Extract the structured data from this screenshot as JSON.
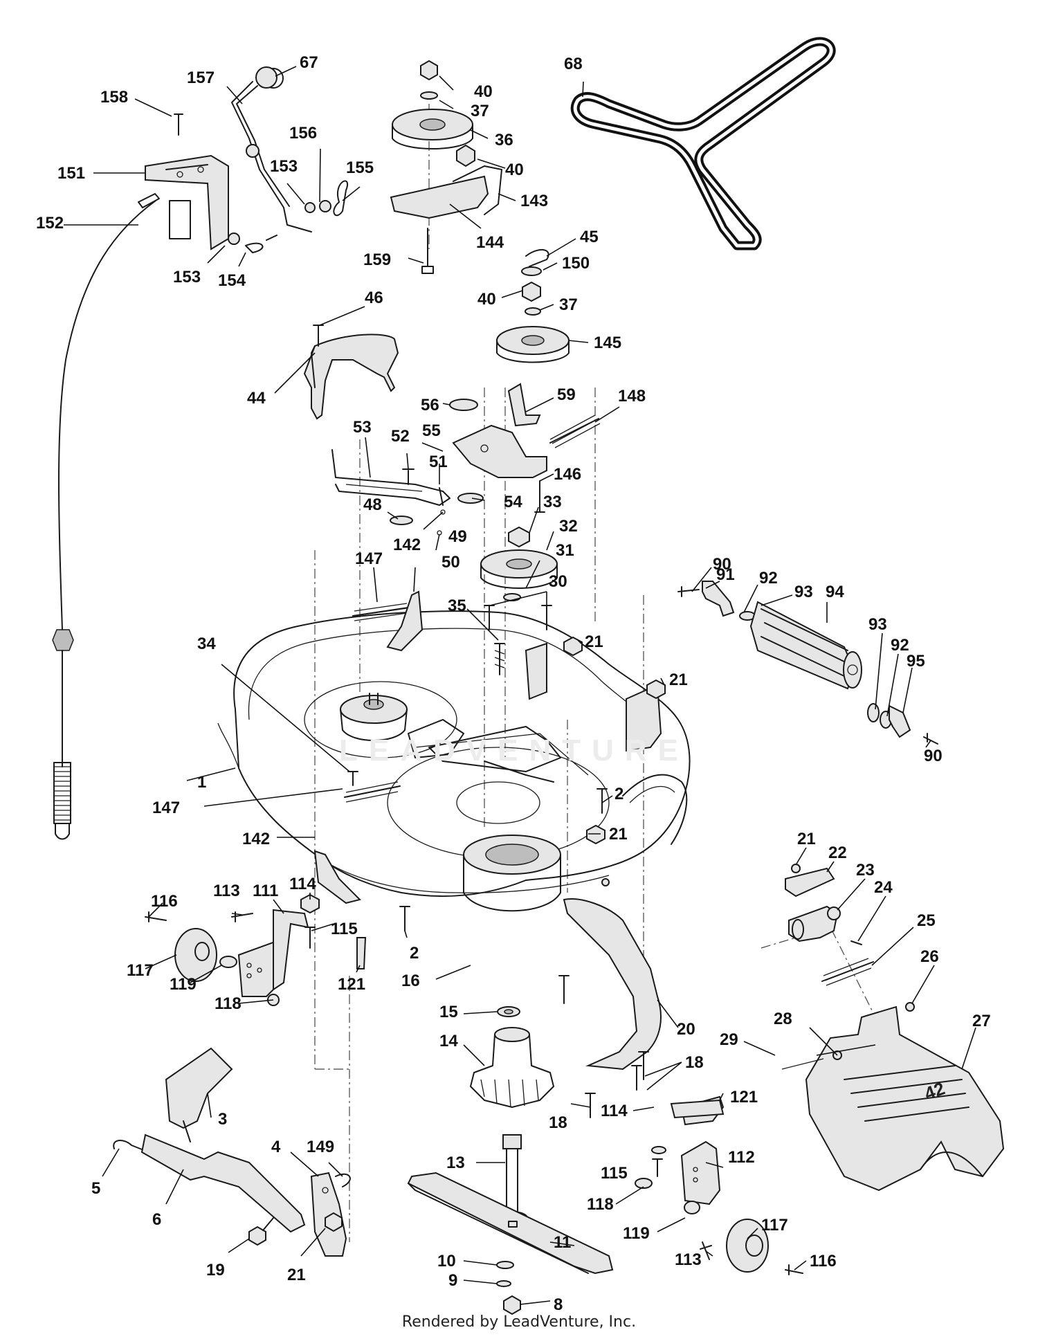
{
  "watermark": "LEADVENTURE",
  "footer": "Rendered by LeadVenture, Inc.",
  "callouts": [
    {
      "id": "l-67",
      "text": "67"
    },
    {
      "id": "l-157",
      "text": "157"
    },
    {
      "id": "l-158",
      "text": "158"
    },
    {
      "id": "l-156",
      "text": "156"
    },
    {
      "id": "l-153a",
      "text": "153"
    },
    {
      "id": "l-155",
      "text": "155"
    },
    {
      "id": "l-151",
      "text": "151"
    },
    {
      "id": "l-152",
      "text": "152"
    },
    {
      "id": "l-153b",
      "text": "153"
    },
    {
      "id": "l-154",
      "text": "154"
    },
    {
      "id": "l-40a",
      "text": "40"
    },
    {
      "id": "l-37a",
      "text": "37"
    },
    {
      "id": "l-36",
      "text": "36"
    },
    {
      "id": "l-40b",
      "text": "40"
    },
    {
      "id": "l-143",
      "text": "143"
    },
    {
      "id": "l-144",
      "text": "144"
    },
    {
      "id": "l-159",
      "text": "159"
    },
    {
      "id": "l-68",
      "text": "68"
    },
    {
      "id": "l-45",
      "text": "45"
    },
    {
      "id": "l-150",
      "text": "150"
    },
    {
      "id": "l-40c",
      "text": "40"
    },
    {
      "id": "l-37b",
      "text": "37"
    },
    {
      "id": "l-145",
      "text": "145"
    },
    {
      "id": "l-46",
      "text": "46"
    },
    {
      "id": "l-44",
      "text": "44"
    },
    {
      "id": "l-56",
      "text": "56"
    },
    {
      "id": "l-59",
      "text": "59"
    },
    {
      "id": "l-148",
      "text": "148"
    },
    {
      "id": "l-53",
      "text": "53"
    },
    {
      "id": "l-52",
      "text": "52"
    },
    {
      "id": "l-55",
      "text": "55"
    },
    {
      "id": "l-51",
      "text": "51"
    },
    {
      "id": "l-146",
      "text": "146"
    },
    {
      "id": "l-48",
      "text": "48"
    },
    {
      "id": "l-54",
      "text": "54"
    },
    {
      "id": "l-33",
      "text": "33"
    },
    {
      "id": "l-49",
      "text": "49"
    },
    {
      "id": "l-50",
      "text": "50"
    },
    {
      "id": "l-32",
      "text": "32"
    },
    {
      "id": "l-147a",
      "text": "147"
    },
    {
      "id": "l-142a",
      "text": "142"
    },
    {
      "id": "l-31",
      "text": "31"
    },
    {
      "id": "l-30",
      "text": "30"
    },
    {
      "id": "l-35",
      "text": "35"
    },
    {
      "id": "l-90a",
      "text": "90"
    },
    {
      "id": "l-91",
      "text": "91"
    },
    {
      "id": "l-92a",
      "text": "92"
    },
    {
      "id": "l-93a",
      "text": "93"
    },
    {
      "id": "l-94",
      "text": "94"
    },
    {
      "id": "l-34",
      "text": "34"
    },
    {
      "id": "l-21a",
      "text": "21"
    },
    {
      "id": "l-21b",
      "text": "21"
    },
    {
      "id": "l-93b",
      "text": "93"
    },
    {
      "id": "l-92b",
      "text": "92"
    },
    {
      "id": "l-95",
      "text": "95"
    },
    {
      "id": "l-90b",
      "text": "90"
    },
    {
      "id": "l-1",
      "text": "1"
    },
    {
      "id": "l-147b",
      "text": "147"
    },
    {
      "id": "l-2a",
      "text": "2"
    },
    {
      "id": "l-21c",
      "text": "21"
    },
    {
      "id": "l-142b",
      "text": "142"
    },
    {
      "id": "l-21d",
      "text": "21"
    },
    {
      "id": "l-22",
      "text": "22"
    },
    {
      "id": "l-23",
      "text": "23"
    },
    {
      "id": "l-24",
      "text": "24"
    },
    {
      "id": "l-116a",
      "text": "116"
    },
    {
      "id": "l-113a",
      "text": "113"
    },
    {
      "id": "l-111",
      "text": "111"
    },
    {
      "id": "l-114a",
      "text": "114"
    },
    {
      "id": "l-115a",
      "text": "115"
    },
    {
      "id": "l-25",
      "text": "25"
    },
    {
      "id": "l-2b",
      "text": "2"
    },
    {
      "id": "l-26",
      "text": "26"
    },
    {
      "id": "l-117a",
      "text": "117"
    },
    {
      "id": "l-119a",
      "text": "119"
    },
    {
      "id": "l-121a",
      "text": "121"
    },
    {
      "id": "l-16",
      "text": "16"
    },
    {
      "id": "l-118a",
      "text": "118"
    },
    {
      "id": "l-15",
      "text": "15"
    },
    {
      "id": "l-20",
      "text": "20"
    },
    {
      "id": "l-28",
      "text": "28"
    },
    {
      "id": "l-27",
      "text": "27"
    },
    {
      "id": "l-14",
      "text": "14"
    },
    {
      "id": "l-29",
      "text": "29"
    },
    {
      "id": "l-18a",
      "text": "18"
    },
    {
      "id": "l-3",
      "text": "3"
    },
    {
      "id": "l-121b",
      "text": "121"
    },
    {
      "id": "l-114b",
      "text": "114"
    },
    {
      "id": "l-18b",
      "text": "18"
    },
    {
      "id": "l-4",
      "text": "4"
    },
    {
      "id": "l-149",
      "text": "149"
    },
    {
      "id": "l-13",
      "text": "13"
    },
    {
      "id": "l-112",
      "text": "112"
    },
    {
      "id": "l-115b",
      "text": "115"
    },
    {
      "id": "l-5",
      "text": "5"
    },
    {
      "id": "l-6",
      "text": "6"
    },
    {
      "id": "l-118b",
      "text": "118"
    },
    {
      "id": "l-11",
      "text": "11"
    },
    {
      "id": "l-119b",
      "text": "119"
    },
    {
      "id": "l-117b",
      "text": "117"
    },
    {
      "id": "l-19",
      "text": "19"
    },
    {
      "id": "l-21e",
      "text": "21"
    },
    {
      "id": "l-113b",
      "text": "113"
    },
    {
      "id": "l-10",
      "text": "10"
    },
    {
      "id": "l-116b",
      "text": "116"
    },
    {
      "id": "l-9",
      "text": "9"
    },
    {
      "id": "l-8",
      "text": "8"
    }
  ]
}
